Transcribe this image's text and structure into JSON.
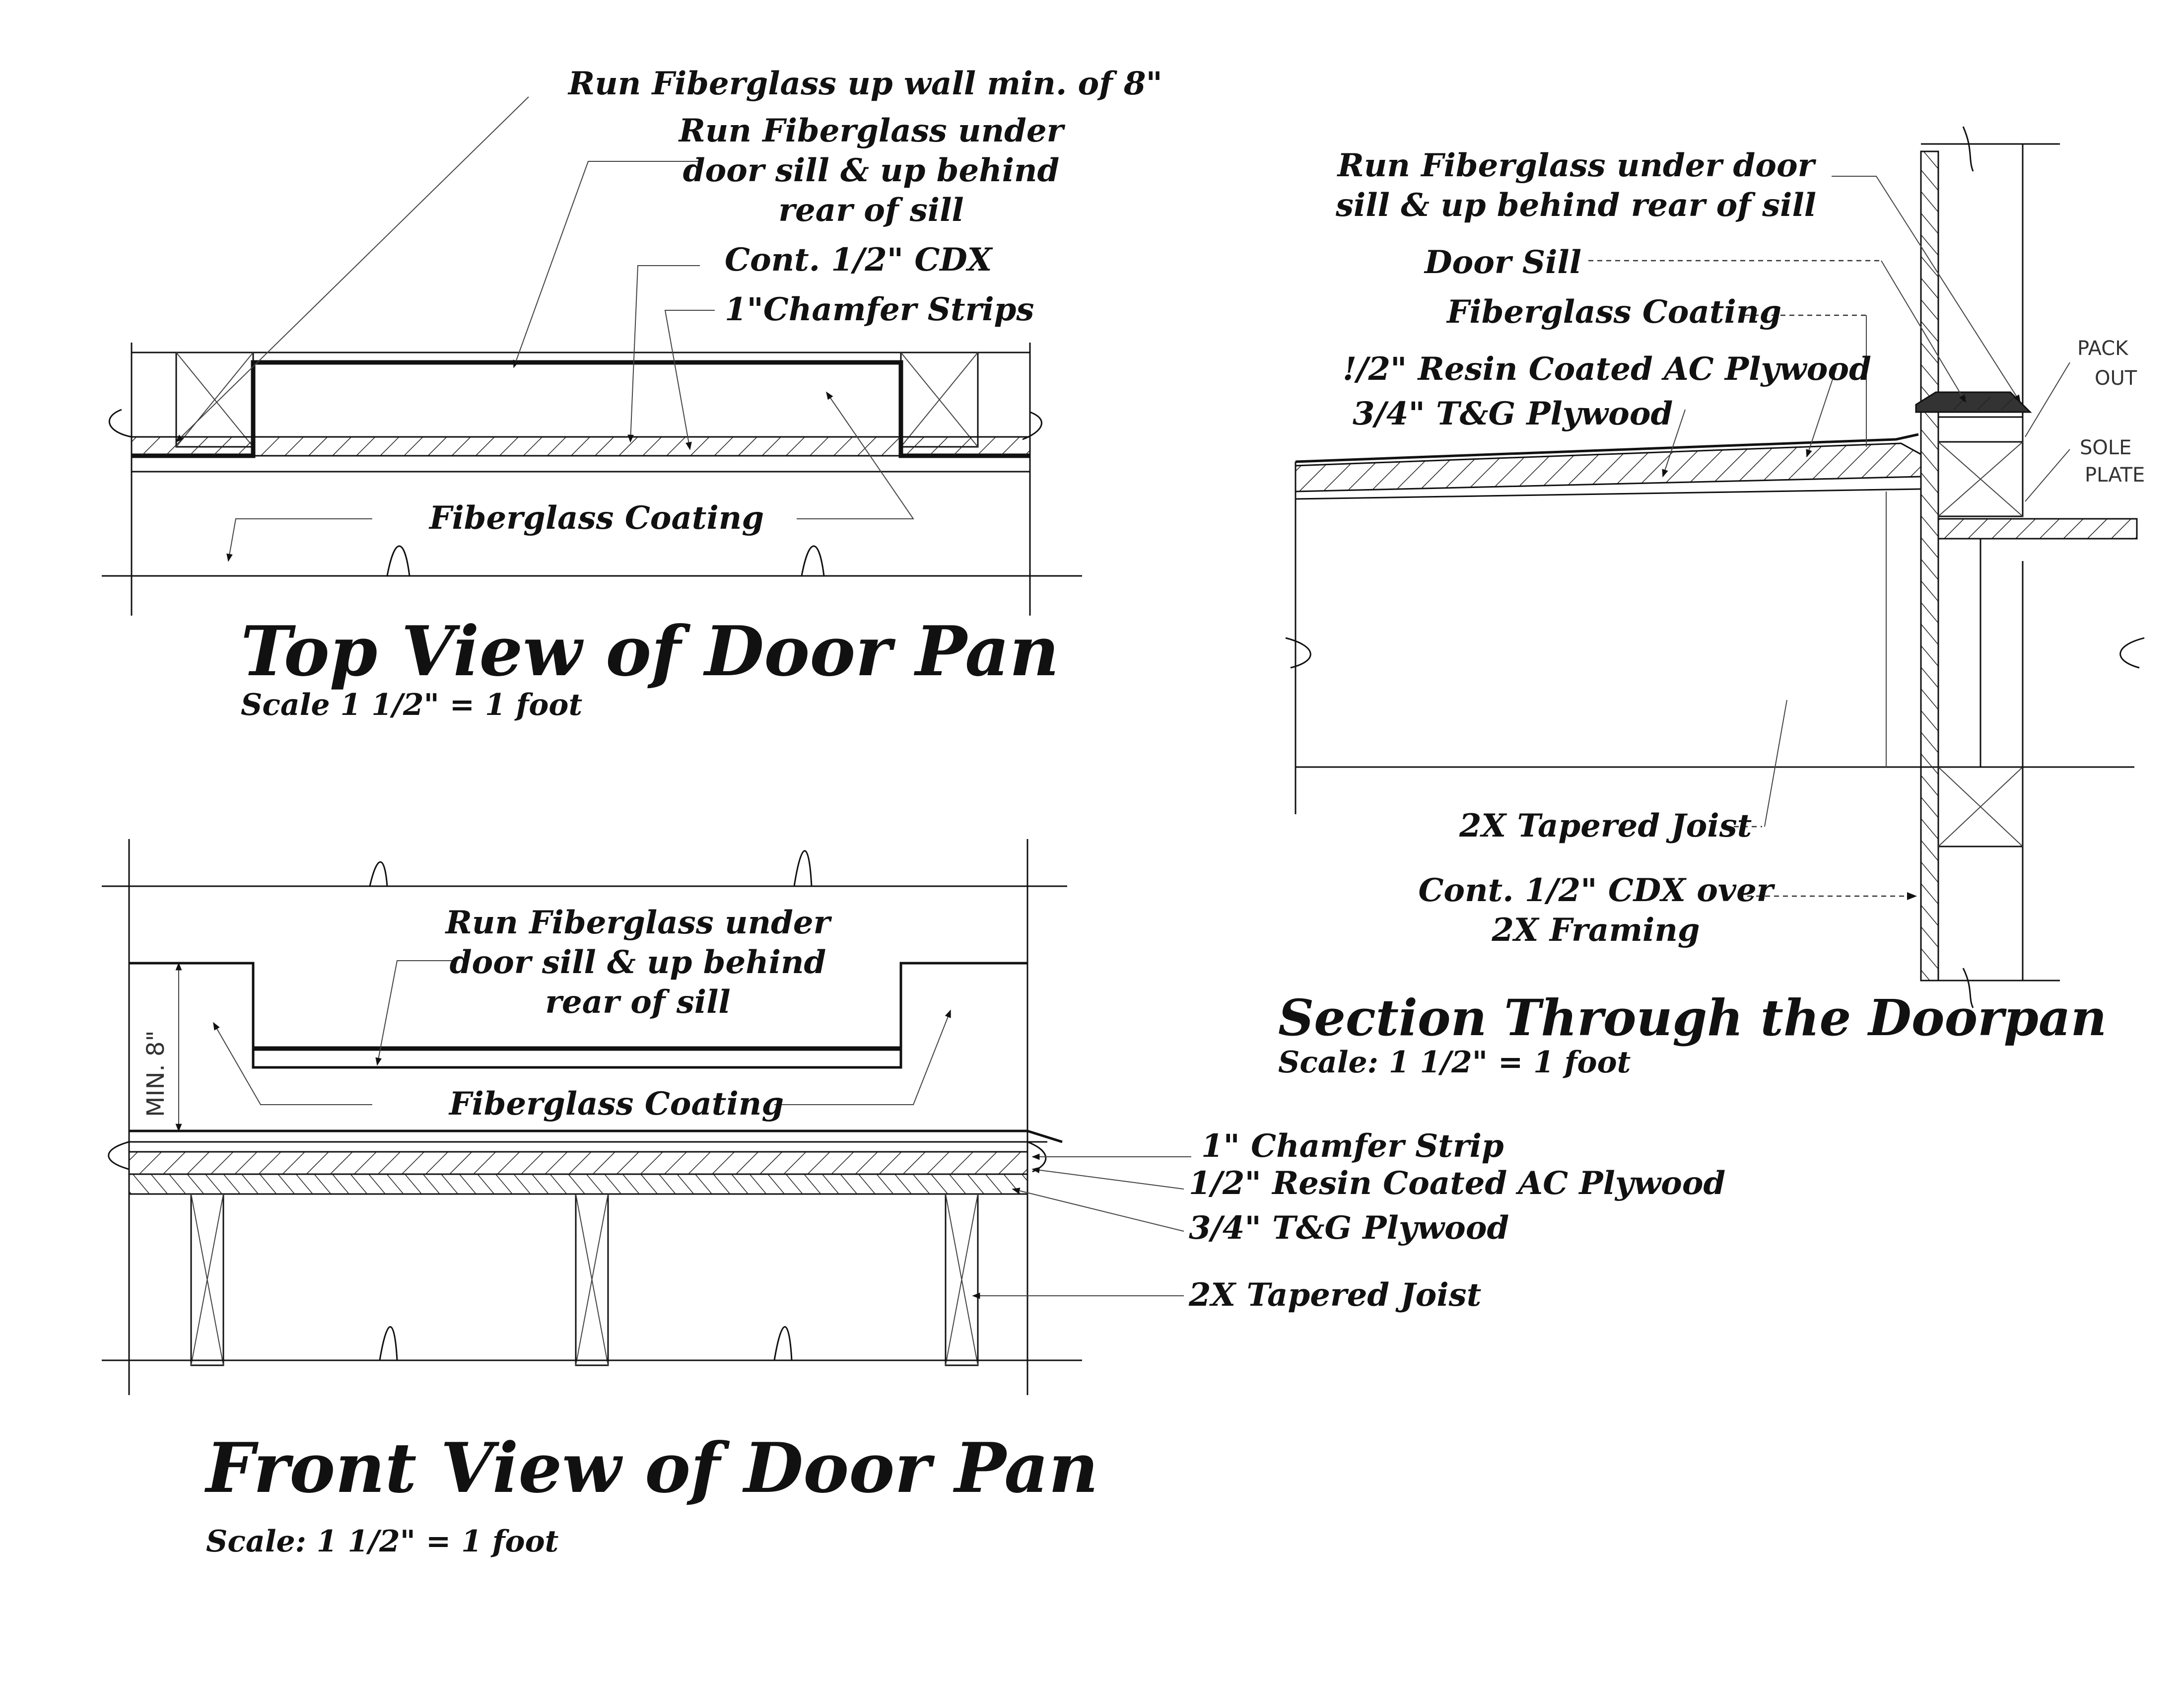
{
  "top_view": {
    "title": "Top View of Door Pan",
    "scale": "Scale 1 1/2\" = 1 foot",
    "labels": {
      "run_up_wall": "Run Fiberglass up wall min. of 8\"",
      "run_under_1": "Run Fiberglass under",
      "run_under_2": "door sill & up behind",
      "run_under_3": "rear of sill",
      "cdx": "Cont. 1/2\" CDX",
      "chamfer": "1\"Chamfer Strips",
      "coating": "Fiberglass Coating"
    }
  },
  "section_view": {
    "title": "Section Through the Doorpan",
    "scale": "Scale: 1 1/2\" = 1 foot",
    "labels": {
      "run_under_1": "Run Fiberglass under door",
      "run_under_2": "sill & up behind rear of sill",
      "door_sill": "Door Sill",
      "coating": "Fiberglass Coating",
      "resin_ply": "!/2\" Resin Coated AC Plywood",
      "tg_ply": "3/4\" T&G Plywood",
      "joist": "2X Tapered Joist",
      "cdx_1": "Cont. 1/2\" CDX over",
      "cdx_2": "2X Framing",
      "pack": "PACK",
      "out": "OUT",
      "sole": "SOLE",
      "plate": "PLATE"
    }
  },
  "front_view": {
    "title": "Front View of Door Pan",
    "scale": "Scale: 1 1/2\" = 1 foot",
    "labels": {
      "min8": "MIN. 8\"",
      "run_under_1": "Run Fiberglass under",
      "run_under_2": "door sill & up behind",
      "run_under_3": "rear of sill",
      "coating": "Fiberglass Coating",
      "chamfer": "1\" Chamfer Strip",
      "resin_ply": "1/2\" Resin Coated AC Plywood",
      "tg_ply": "3/4\" T&G Plywood",
      "joist": "2X Tapered Joist"
    }
  }
}
